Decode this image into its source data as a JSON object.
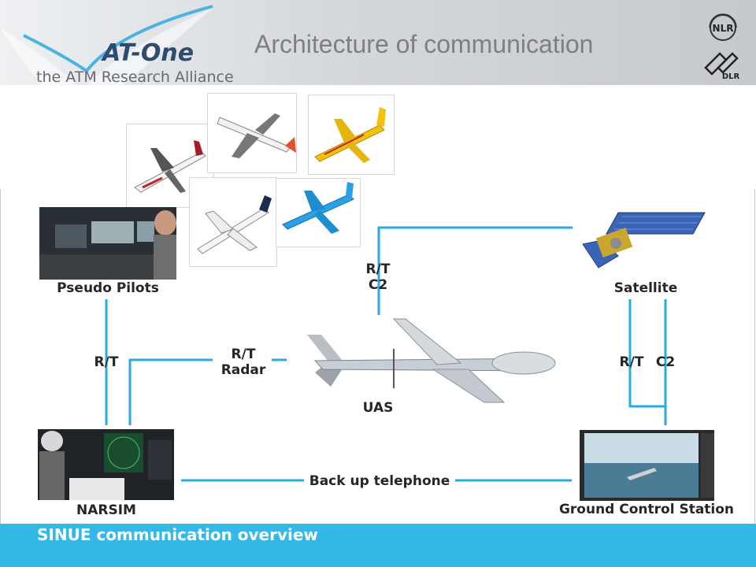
{
  "header": {
    "title": "Architecture of communication",
    "brand": "AT-One",
    "tagline": "the ATM Research Alliance",
    "logo_nlr": "NLR",
    "logo_dlr": "DLR"
  },
  "nodes": {
    "pseudo_pilots": "Pseudo Pilots",
    "satellite": "Satellite",
    "uas": "UAS",
    "narsim": "NARSIM",
    "ground_control_station": "Ground Control Station"
  },
  "links": {
    "rt_c2_top": [
      "R/T",
      "C2"
    ],
    "rt_left": "R/T",
    "rt_radar": [
      "R/T",
      "Radar"
    ],
    "rt_sat": "R/T",
    "c2_sat": "C2",
    "backup_telephone": "Back up telephone"
  },
  "footer": {
    "text": "SINUE communication overview"
  },
  "colors": {
    "line_blue": "#29abe2",
    "footer_blue": "#33b8e8",
    "brand_navy": "#2e4d6e"
  }
}
